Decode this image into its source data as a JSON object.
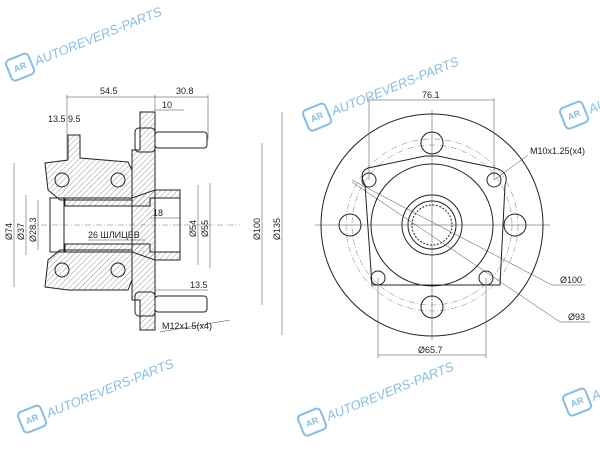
{
  "side_view": {
    "dims": {
      "d54_5": "54.5",
      "d30_8": "30.8",
      "d10": "10",
      "d13_5_9_5": "13.5 9.5",
      "dia74": "Ø74",
      "dia37": "Ø37",
      "dia28_3": "Ø28.3",
      "d18": "18",
      "splines": "26 ШЛИЦЕВ",
      "dia54": "Ø54",
      "dia55": "Ø55",
      "dia100": "Ø100",
      "dia135": "Ø135",
      "d13_5": "13.5",
      "stud_thread": "M12x1.5(x4)"
    }
  },
  "front_view": {
    "dims": {
      "d76_1": "76.1",
      "bolt_thread": "M10x1.25(x4)",
      "dia100": "Ø100",
      "dia93": "Ø93",
      "dia65_7": "Ø65.7"
    }
  },
  "watermark": {
    "logo": "AR",
    "text": "AUTOREVERS-PARTS"
  },
  "colors": {
    "line": "#222222",
    "watermark": "#6fb3e0"
  }
}
